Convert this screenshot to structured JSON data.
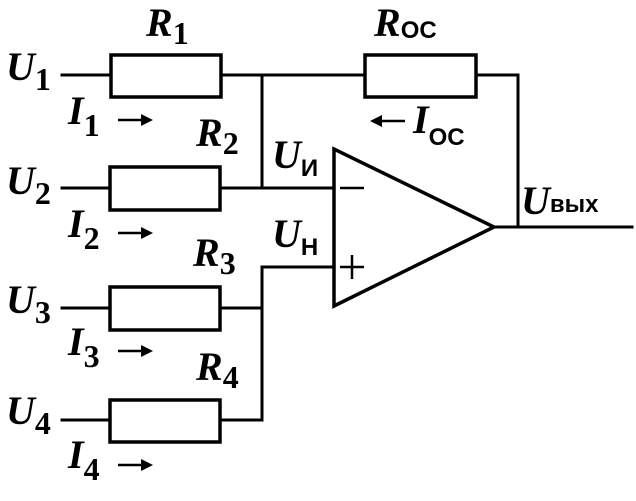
{
  "inputs": [
    {
      "voltage": {
        "symbol": "U",
        "index": "1"
      },
      "current": {
        "symbol": "I",
        "index": "1"
      }
    },
    {
      "voltage": {
        "symbol": "U",
        "index": "2"
      },
      "current": {
        "symbol": "I",
        "index": "2"
      }
    },
    {
      "voltage": {
        "symbol": "U",
        "index": "3"
      },
      "current": {
        "symbol": "I",
        "index": "3"
      }
    },
    {
      "voltage": {
        "symbol": "U",
        "index": "4"
      },
      "current": {
        "symbol": "I",
        "index": "4"
      }
    }
  ],
  "resistors": [
    {
      "symbol": "R",
      "index": "1"
    },
    {
      "symbol": "R",
      "index": "2"
    },
    {
      "symbol": "R",
      "index": "3"
    },
    {
      "symbol": "R",
      "index": "4"
    }
  ],
  "feedback": {
    "resistor": {
      "symbol": "R",
      "index": "ОС"
    },
    "current": {
      "symbol": "I",
      "index": "ОС"
    }
  },
  "opamp": {
    "inverting_node": {
      "symbol": "U",
      "index": "И"
    },
    "noninverting_node": {
      "symbol": "U",
      "index": "Н"
    },
    "minus_sign": "−",
    "plus_sign": "+"
  },
  "output": {
    "symbol": "U",
    "index": "вых"
  }
}
